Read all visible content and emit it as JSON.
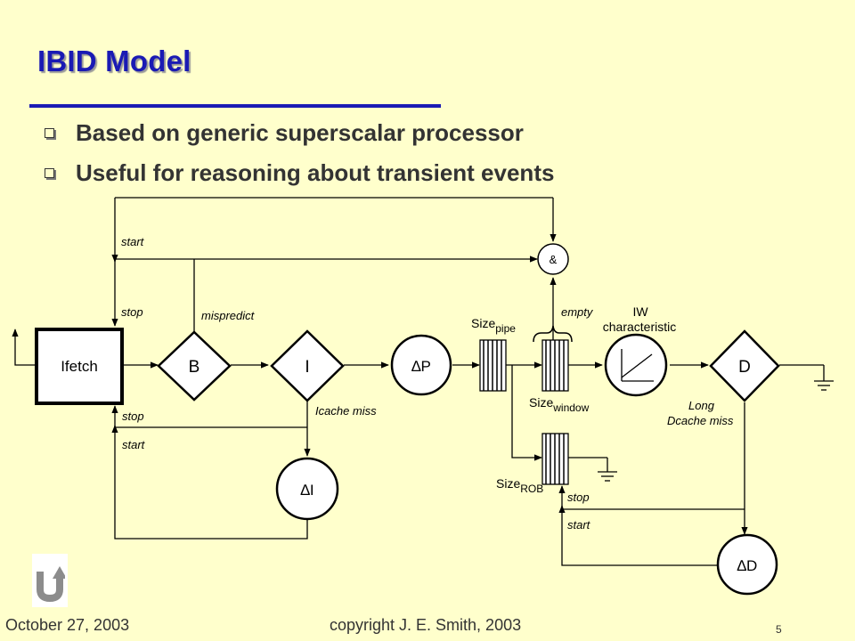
{
  "slide": {
    "title": "IBID Model",
    "bullets": [
      "Based on generic superscalar processor",
      "Useful for reasoning about transient events"
    ]
  },
  "diagram": {
    "ifetch": "Ifetch",
    "b_node": "B",
    "i_node": "I",
    "delta_p": "∆P",
    "delta_i": "∆I",
    "delta_d": "∆D",
    "d_node": "D",
    "and_gate": "&",
    "start_top": "start",
    "stop_top": "stop",
    "stop_bottom": "stop",
    "start_bottom": "start",
    "mispredict": "mispredict",
    "icache_miss": "Icache miss",
    "empty": "empty",
    "size_pipe_base": "Size",
    "size_pipe_sub": "pipe",
    "size_window_base": "Size",
    "size_window_sub": "window",
    "size_rob_base": "Size",
    "size_rob_sub": "ROB",
    "iw_line1": "IW",
    "iw_line2": "characteristic",
    "long_line1": "Long",
    "long_line2": "Dcache miss",
    "rob_stop": "stop",
    "rob_start": "start"
  },
  "footer": {
    "date": "October 27,  2003",
    "copyright": "copyright J. E. Smith, 2003",
    "page": "5"
  },
  "colors": {
    "background": "#FFFFCC",
    "title": "#1A1AB4",
    "text": "#333333"
  }
}
